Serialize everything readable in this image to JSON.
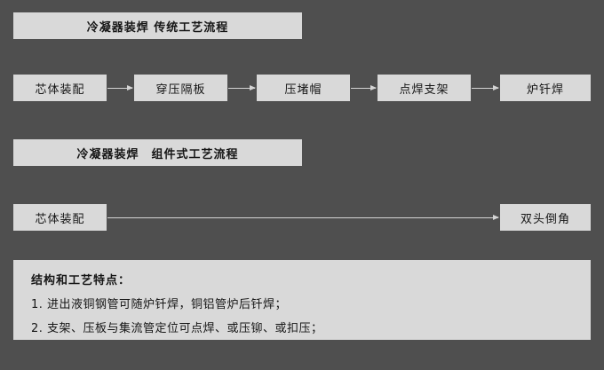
{
  "colors": {
    "background": "#4f4f4f",
    "box_background": "#d9d9d9",
    "text": "#161616",
    "arrow": "#d4d4d4"
  },
  "diagram": {
    "title1": "冷凝器装焊 传统工艺流程",
    "flow1": [
      "芯体装配",
      "穿压隔板",
      "压堵帽",
      "点焊支架",
      "炉钎焊"
    ],
    "title2": "冷凝器装焊　组件式工艺流程",
    "flow2": [
      "芯体装配",
      "双头倒角"
    ],
    "notes": {
      "heading": "结构和工艺特点：",
      "lines": [
        "1. 进出液铜钢管可随炉钎焊，铜铝管炉后钎焊；",
        "2. 支架、压板与集流管定位可点焊、或压铆、或扣压；"
      ]
    }
  }
}
